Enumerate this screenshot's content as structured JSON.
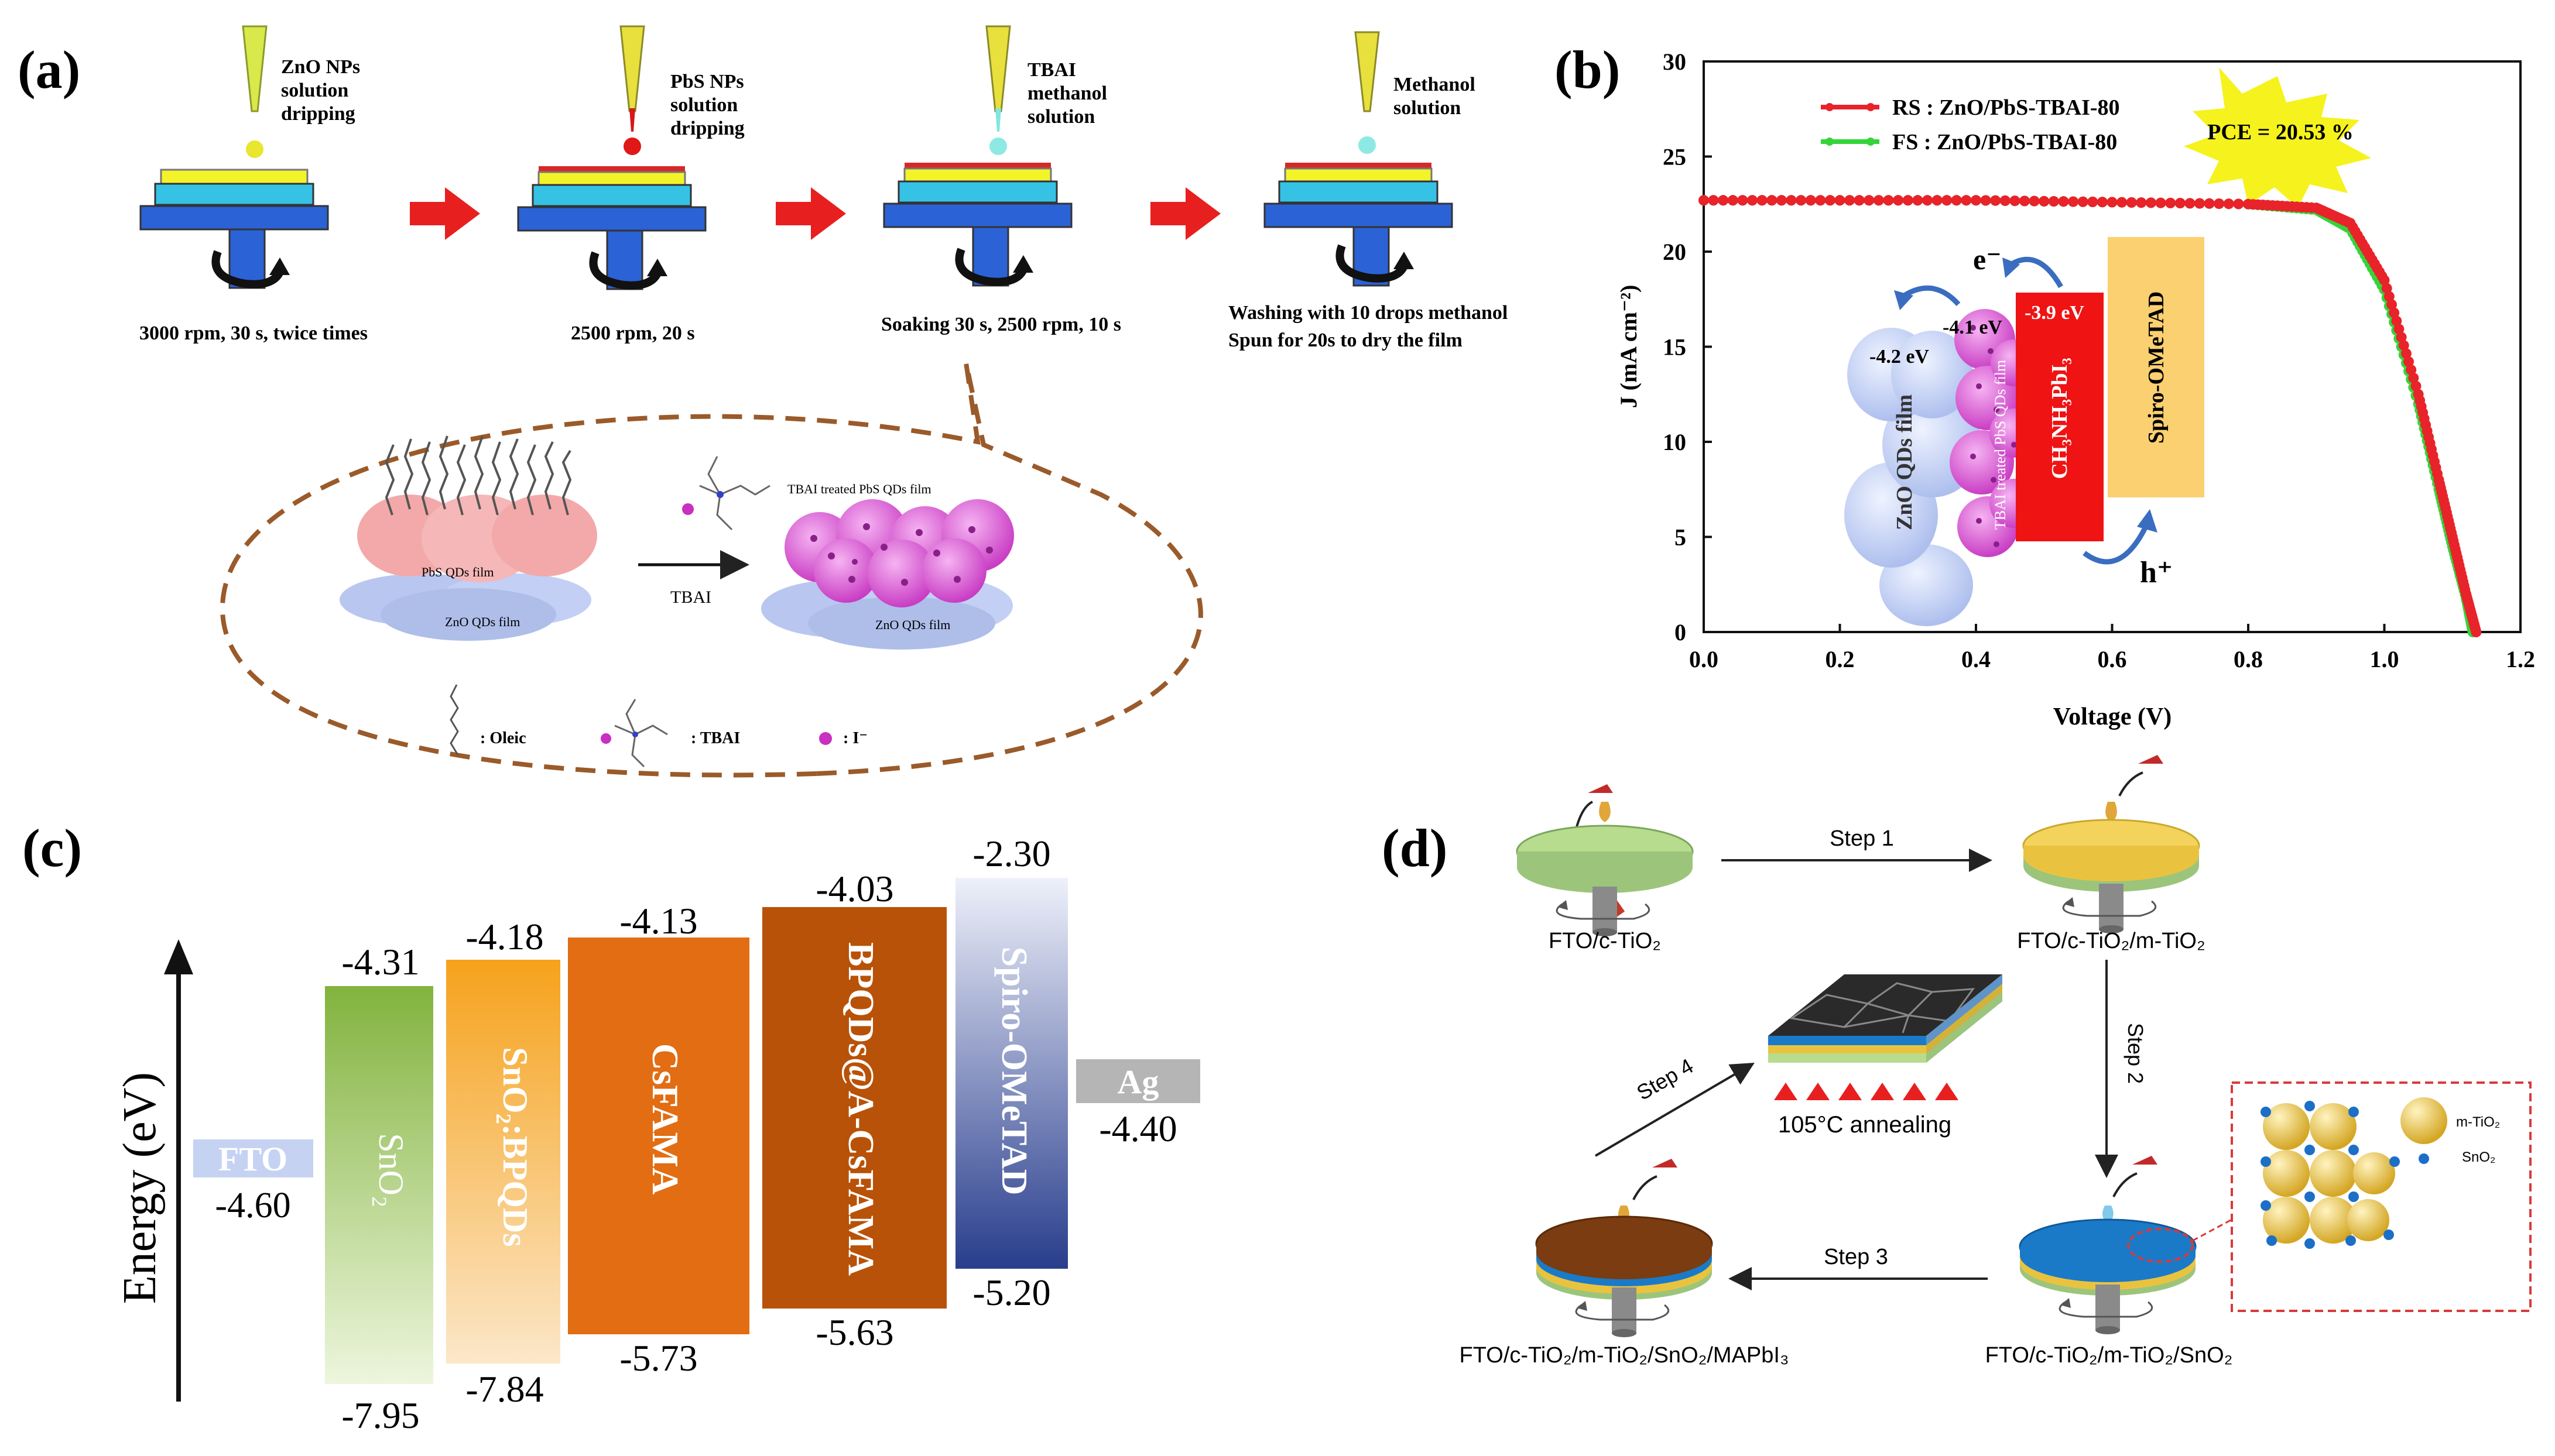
{
  "panel_a": {
    "label": "(a)",
    "steps": [
      {
        "title_lines": [
          "ZnO NPs",
          "solution",
          "dripping"
        ],
        "caption_lines": [
          "3000 rpm, 30 s, twice times"
        ]
      },
      {
        "title_lines": [
          "PbS NPs",
          "solution",
          "dripping"
        ],
        "caption_lines": [
          "2500 rpm, 20 s"
        ]
      },
      {
        "title_lines": [
          "TBAI",
          "methanol",
          "solution"
        ],
        "caption_lines": [
          "Soaking 30 s, 2500 rpm, 10 s"
        ]
      },
      {
        "title_lines": [
          "Methanol",
          "solution"
        ],
        "caption_lines": [
          "Washing with 10 drops methanol",
          "Spun for 20s to dry the film"
        ]
      }
    ],
    "inset": {
      "pbs_film": "PbS QDs film",
      "zno_film_left": "ZnO QDs film",
      "arrow_label": "TBAI",
      "treated_film": "TBAI treated PbS QDs film",
      "zno_film_right": "ZnO QDs film",
      "legend": [
        ": Oleic",
        ": TBAI",
        ": I⁻"
      ]
    }
  },
  "panel_b": {
    "label": "(b)",
    "chart_data": {
      "type": "line",
      "xlabel": "Voltage (V)",
      "ylabel": "J (mA cm⁻²)",
      "xlim": [
        0.0,
        1.2
      ],
      "ylim": [
        0,
        30
      ],
      "xticks": [
        "0.0",
        "0.2",
        "0.4",
        "0.6",
        "0.8",
        "1.0",
        "1.2"
      ],
      "yticks": [
        "0",
        "5",
        "10",
        "15",
        "20",
        "25",
        "30"
      ],
      "legend_position": "top-left",
      "annotation": "PCE = 20.53 %",
      "series": [
        {
          "name": "RS : ZnO/PbS-TBAI-80",
          "color": "#e8232a",
          "x": [
            0.0,
            0.2,
            0.4,
            0.6,
            0.8,
            0.9,
            0.95,
            1.0,
            1.05,
            1.08,
            1.1,
            1.12,
            1.135
          ],
          "y": [
            22.7,
            22.7,
            22.7,
            22.6,
            22.5,
            22.3,
            21.5,
            18.5,
            12.5,
            8.0,
            5.0,
            2.0,
            0.0
          ]
        },
        {
          "name": "FS : ZnO/PbS-TBAI-80",
          "color": "#35d43a",
          "x": [
            0.0,
            0.2,
            0.4,
            0.6,
            0.8,
            0.9,
            0.95,
            1.0,
            1.05,
            1.08,
            1.1,
            1.12,
            1.13
          ],
          "y": [
            22.7,
            22.7,
            22.7,
            22.6,
            22.5,
            22.2,
            21.2,
            18.0,
            12.0,
            7.5,
            4.5,
            1.8,
            0.0
          ]
        }
      ]
    },
    "inset": {
      "electron": "e⁻",
      "hole": "h⁺",
      "zno_level": "-4.2 eV",
      "pbs_level": "-4.1 eV",
      "perov_level": "-3.9 eV",
      "zno_label": "ZnO QDs film",
      "pbs_label": "TBAI treated PbS QDs film",
      "perov_label": "CH₃NH₃PbI₃",
      "spiro_label": "Spiro-OMeTAD"
    }
  },
  "panel_c": {
    "label": "(c)",
    "axis_label": "Energy (eV)",
    "fto": {
      "label": "FTO",
      "value": "-4.60"
    },
    "ag": {
      "label": "Ag",
      "value": "-4.40"
    },
    "bars": [
      {
        "name": "SnO₂",
        "top": "-4.31",
        "bottom": "-7.95"
      },
      {
        "name": "SnO₂:BPQDs",
        "top": "-4.18",
        "bottom": "-7.84"
      },
      {
        "name": "CsFAMA",
        "top": "-4.13",
        "bottom": "-5.73"
      },
      {
        "name": "BPQDs@A-CsFAMA",
        "top": "-4.03",
        "bottom": "-5.63"
      },
      {
        "name": "Spiro-OMeTAD",
        "top": "-2.30",
        "bottom": "-5.20"
      }
    ]
  },
  "panel_d": {
    "label": "(d)",
    "steps": [
      "Step 1",
      "Step 2",
      "Step 3",
      "Step 4"
    ],
    "annealing": "105°C annealing",
    "legend": [
      "m-TiO₂",
      "SnO₂"
    ],
    "labels": {
      "s1": "FTO/c-TiO₂",
      "s2": "FTO/c-TiO₂/m-TiO₂",
      "s3": "FTO/c-TiO₂/m-TiO₂/SnO₂",
      "s4": "FTO/c-TiO₂/m-TiO₂/SnO₂/MAPbI₃"
    }
  }
}
